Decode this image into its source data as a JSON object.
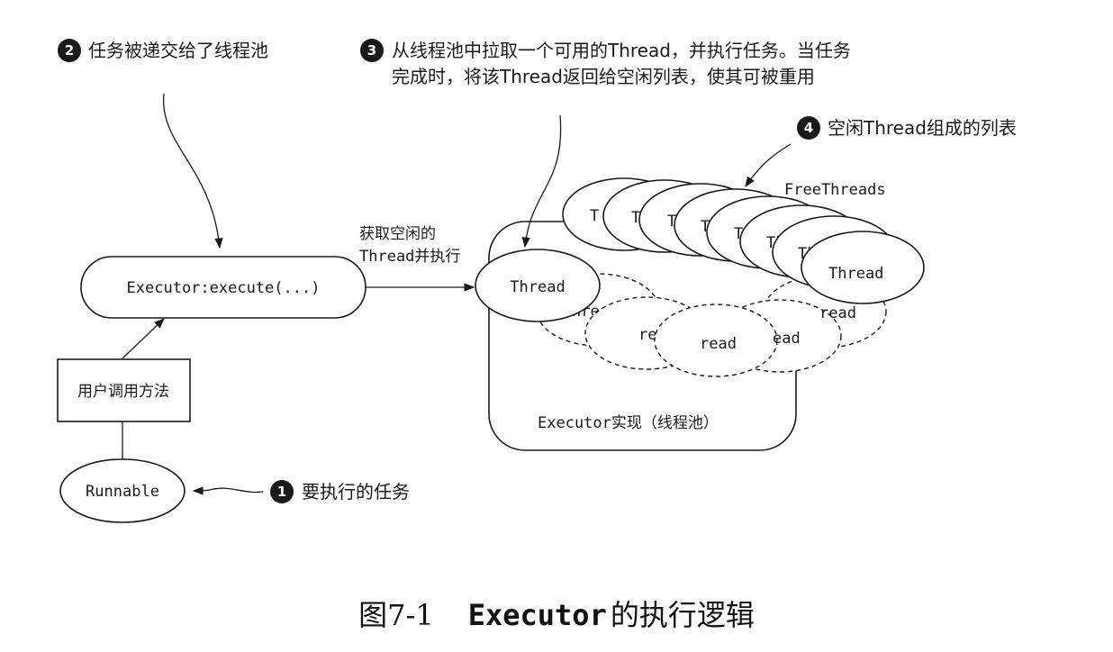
{
  "callouts": {
    "c1": {
      "num": "1",
      "text": "要执行的任务"
    },
    "c2": {
      "num": "2",
      "text": "任务被递交给了线程池"
    },
    "c3": {
      "num": "3",
      "line1": "从线程池中拉取一个可用的Thread，并执行任务。当任务",
      "line2": "完成时，将该Thread返回给空闲列表，使其可被重用"
    },
    "c4": {
      "num": "4",
      "text": "空闲Thread组成的列表"
    }
  },
  "nodes": {
    "runnable": "Runnable",
    "user_method": "用户调用方法",
    "executor_execute": "Executor:execute(...)",
    "active_thread": "Thread",
    "pool_label": "Executor实现（线程池）",
    "free_threads_label": "FreeThreads"
  },
  "edge_label": {
    "line1": "获取空闲的",
    "line2": "Thread并执行"
  },
  "thread_fragments": {
    "top_row": [
      "T",
      "T",
      "Th",
      "Th",
      "Th",
      "Th",
      "Th"
    ],
    "top_front": "Thread",
    "bottom_row": [
      "hread",
      "read",
      "read",
      "ead",
      "read"
    ]
  },
  "caption": {
    "prefix": "图7-1",
    "code": "Executor",
    "suffix": "的执行逻辑"
  }
}
